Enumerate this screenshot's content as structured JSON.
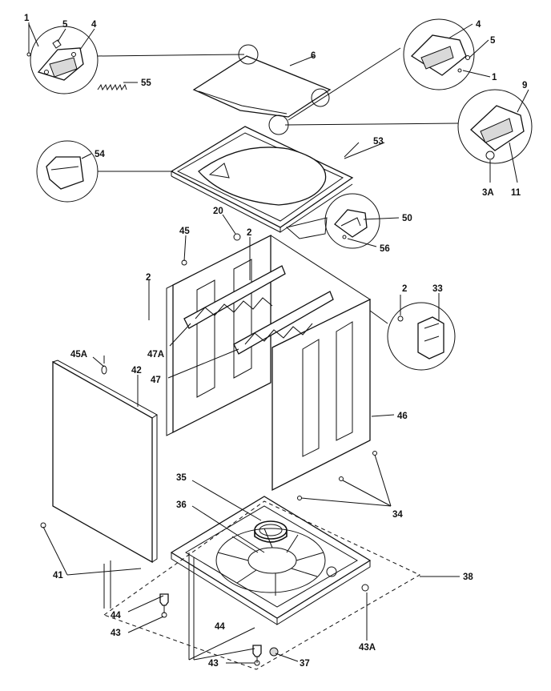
{
  "callouts": {
    "c1a": "1",
    "c5a": "5",
    "c4a": "4",
    "c55": "55",
    "c6": "6",
    "c4b": "4",
    "c5b": "5",
    "c1b": "1",
    "c9": "9",
    "c3Aa": "3A",
    "c11": "11",
    "c54": "54",
    "c53": "53",
    "c20": "20",
    "c45": "45",
    "c2a": "2",
    "c50": "50",
    "c56": "56",
    "c2b": "2",
    "c2c": "2",
    "c33": "33",
    "c47A": "47A",
    "c47": "47",
    "c45A": "45A",
    "c42": "42",
    "c46": "46",
    "c35": "35",
    "c36": "36",
    "c34": "34",
    "c41": "41",
    "c38": "38",
    "c44a": "44",
    "c43a": "43",
    "c44b": "44",
    "c43A": "43A",
    "c43b": "43",
    "c37": "37"
  }
}
